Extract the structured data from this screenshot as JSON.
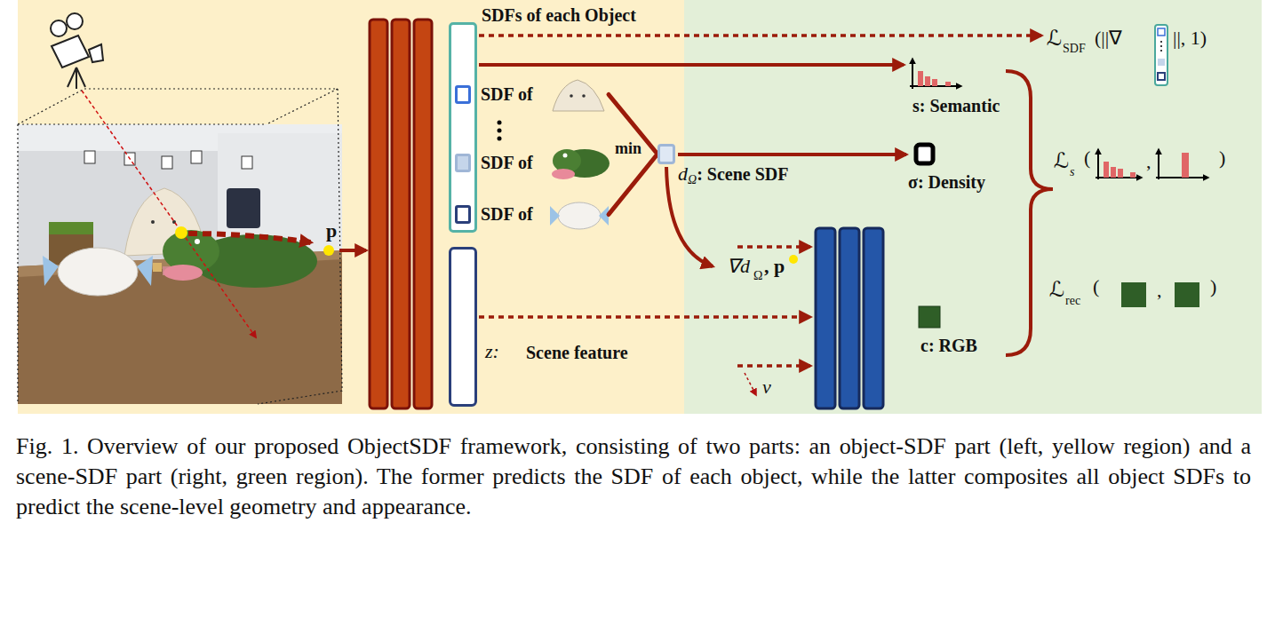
{
  "diagram": {
    "caption": "Fig. 1. Overview of our proposed ObjectSDF framework, consisting of two parts: an object-SDF part (left, yellow region) and a scene-SDF part (right, green region). The former predicts the SDF of each object, while the latter composites all object SDFs to predict the scene-level geometry and appearance.",
    "nodes": [
      {
        "text": [
          "SDFs of each Object"
        ]
      },
      {
        "text": [
          "SDF of"
        ],
        "in": 0
      },
      {
        "text": [
          "SDF of"
        ],
        "in": 0
      },
      {
        "text": [
          "SDF of"
        ],
        "in": 0
      },
      {
        "text": [
          "d",
          "Ω",
          ": Scene SDF"
        ]
      },
      {
        "text": [
          "z:",
          "Scene feature"
        ]
      }
    ],
    "edges": [
      {
        "from": 1,
        "to": 4,
        "arrow": "none"
      },
      {
        "from": 3,
        "to": 4,
        "arrow": "none"
      }
    ],
    "labels": [
      "p",
      "min",
      "∇d",
      "Ω",
      ", p",
      "v",
      "s: Semantic",
      "σ: Density",
      "c: RGB",
      "ℒ",
      "SDF",
      "(||∇",
      "||, 1)",
      "ℒ",
      "s",
      "(",
      ",",
      ")",
      "ℒ",
      "rec",
      "(",
      ",",
      ")"
    ]
  }
}
